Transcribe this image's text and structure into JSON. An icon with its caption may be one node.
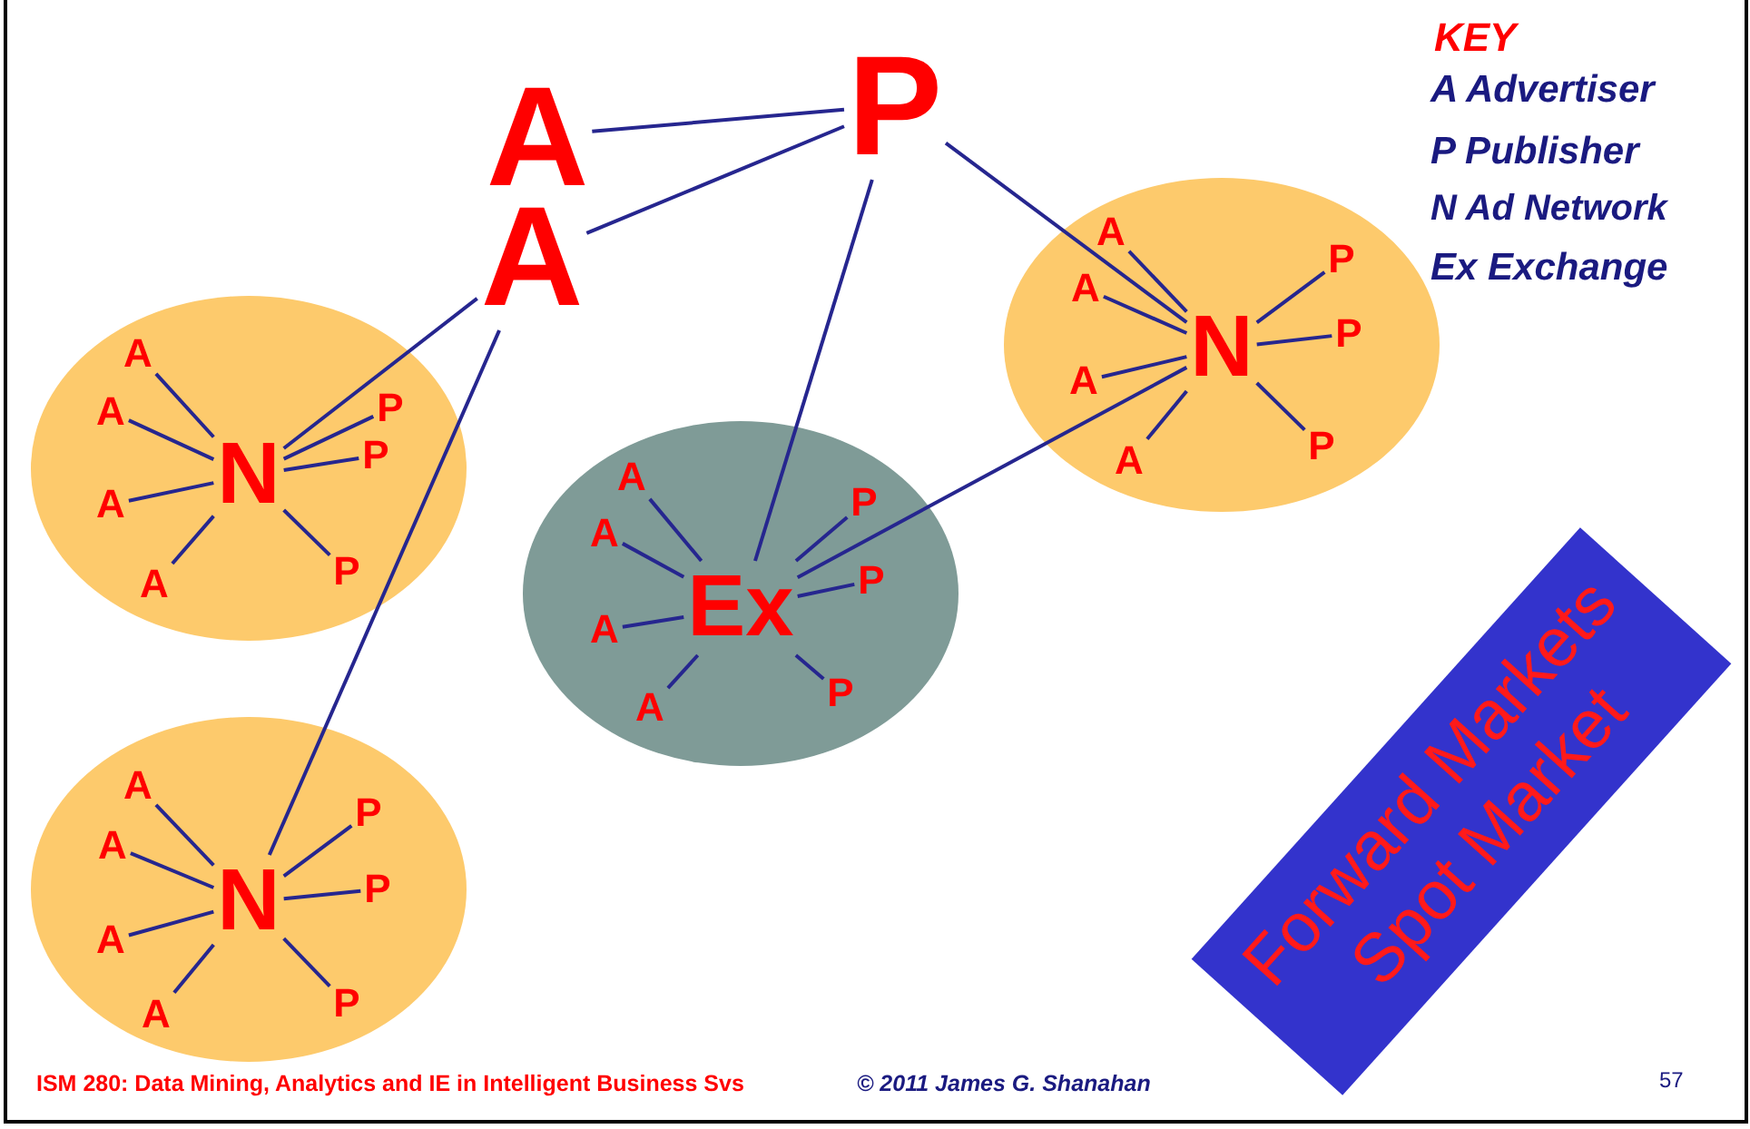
{
  "diagram": {
    "nodes": [
      {
        "text": [
          "A"
        ]
      },
      {
        "text": [
          "A"
        ]
      },
      {
        "text": [
          "P"
        ]
      },
      {
        "text": [],
        "shape": "ellipse"
      },
      {
        "text": [
          "N"
        ],
        "in": 3
      },
      {
        "text": [
          "A"
        ],
        "in": 3
      },
      {
        "text": [
          "A"
        ],
        "in": 3
      },
      {
        "text": [
          "A"
        ],
        "in": 3
      },
      {
        "text": [
          "A"
        ],
        "in": 3
      },
      {
        "text": [
          "P"
        ],
        "in": 3
      },
      {
        "text": [
          "P"
        ],
        "in": 3
      },
      {
        "text": [
          "P"
        ],
        "in": 3
      },
      {
        "text": [],
        "shape": "ellipse"
      },
      {
        "text": [
          "Ex"
        ],
        "in": 12
      },
      {
        "text": [
          "A"
        ],
        "in": 12
      },
      {
        "text": [
          "A"
        ],
        "in": 12
      },
      {
        "text": [
          "A"
        ],
        "in": 12
      },
      {
        "text": [
          "A"
        ],
        "in": 12
      },
      {
        "text": [
          "P"
        ],
        "in": 12
      },
      {
        "text": [
          "P"
        ],
        "in": 12
      },
      {
        "text": [
          "P"
        ],
        "in": 12
      },
      {
        "text": [],
        "shape": "ellipse"
      },
      {
        "text": [
          "N"
        ],
        "in": 21
      },
      {
        "text": [
          "A"
        ],
        "in": 21
      },
      {
        "text": [
          "A"
        ],
        "in": 21
      },
      {
        "text": [
          "A"
        ],
        "in": 21
      },
      {
        "text": [
          "A"
        ],
        "in": 21
      },
      {
        "text": [
          "P"
        ],
        "in": 21
      },
      {
        "text": [
          "P"
        ],
        "in": 21
      },
      {
        "text": [
          "P"
        ],
        "in": 21
      },
      {
        "text": [],
        "shape": "ellipse"
      },
      {
        "text": [
          "N"
        ],
        "in": 30
      },
      {
        "text": [
          "A"
        ],
        "in": 30
      },
      {
        "text": [
          "A"
        ],
        "in": 30
      },
      {
        "text": [
          "A"
        ],
        "in": 30
      },
      {
        "text": [
          "A"
        ],
        "in": 30
      },
      {
        "text": [
          "P"
        ],
        "in": 30
      },
      {
        "text": [
          "P"
        ],
        "in": 30
      },
      {
        "text": [
          "P"
        ],
        "in": 30
      },
      {
        "text": [
          "Forward Markets",
          "Spot Market"
        ]
      }
    ],
    "edges": [
      {
        "from": 0,
        "to": 2,
        "arrow": "none"
      },
      {
        "from": 1,
        "to": 2,
        "arrow": "none"
      },
      {
        "from": 1,
        "to": 4,
        "arrow": "none"
      },
      {
        "from": 1,
        "to": 31,
        "arrow": "none"
      },
      {
        "from": 2,
        "to": 13,
        "arrow": "none"
      },
      {
        "from": 2,
        "to": 22,
        "arrow": "none"
      },
      {
        "from": 13,
        "to": 22,
        "arrow": "none"
      },
      {
        "from": 5,
        "to": 4,
        "arrow": "none"
      },
      {
        "from": 6,
        "to": 4,
        "arrow": "none"
      },
      {
        "from": 7,
        "to": 4,
        "arrow": "none"
      },
      {
        "from": 8,
        "to": 4,
        "arrow": "none"
      },
      {
        "from": 9,
        "to": 4,
        "arrow": "none"
      },
      {
        "from": 10,
        "to": 4,
        "arrow": "none"
      },
      {
        "from": 11,
        "to": 4,
        "arrow": "none"
      },
      {
        "from": 14,
        "to": 13,
        "arrow": "none"
      },
      {
        "from": 15,
        "to": 13,
        "arrow": "none"
      },
      {
        "from": 16,
        "to": 13,
        "arrow": "none"
      },
      {
        "from": 17,
        "to": 13,
        "arrow": "none"
      },
      {
        "from": 18,
        "to": 13,
        "arrow": "none"
      },
      {
        "from": 19,
        "to": 13,
        "arrow": "none"
      },
      {
        "from": 20,
        "to": 13,
        "arrow": "none"
      },
      {
        "from": 23,
        "to": 22,
        "arrow": "none"
      },
      {
        "from": 24,
        "to": 22,
        "arrow": "none"
      },
      {
        "from": 25,
        "to": 22,
        "arrow": "none"
      },
      {
        "from": 26,
        "to": 22,
        "arrow": "none"
      },
      {
        "from": 27,
        "to": 22,
        "arrow": "none"
      },
      {
        "from": 28,
        "to": 22,
        "arrow": "none"
      },
      {
        "from": 29,
        "to": 22,
        "arrow": "none"
      },
      {
        "from": 32,
        "to": 31,
        "arrow": "none"
      },
      {
        "from": 33,
        "to": 31,
        "arrow": "none"
      },
      {
        "from": 34,
        "to": 31,
        "arrow": "none"
      },
      {
        "from": 35,
        "to": 31,
        "arrow": "none"
      },
      {
        "from": 36,
        "to": 31,
        "arrow": "none"
      },
      {
        "from": 37,
        "to": 31,
        "arrow": "none"
      },
      {
        "from": 38,
        "to": 31,
        "arrow": "none"
      }
    ],
    "labels": [
      "KEY",
      "A Advertiser",
      "P Publisher",
      "N Ad Network",
      "Ex Exchange",
      "ISM 280: Data Mining, Analytics and IE in Intelligent Business Svs",
      "© 2011 James G. Shanahan",
      "57"
    ]
  }
}
